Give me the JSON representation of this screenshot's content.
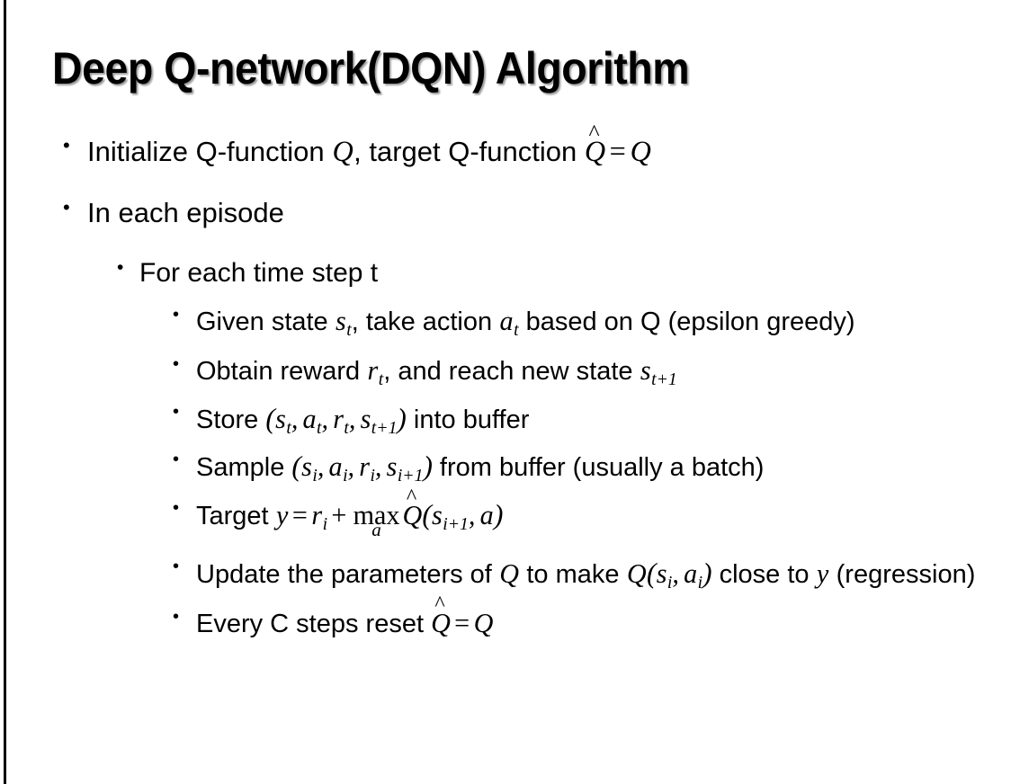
{
  "slide": {
    "title": "Deep Q-network(DQN) Algorithm",
    "background_color": "#ffffff",
    "text_color": "#000000",
    "left_border_color": "#000000",
    "bullet_glyph": "•"
  },
  "content": {
    "bullet1": {
      "text_before": "Initialize Q-function ",
      "var_q1": "Q",
      "text_middle": ", target Q-function ",
      "hat_accent": "^",
      "var_qhat": "Q",
      "equals": "=",
      "var_q2": "Q"
    },
    "bullet2": {
      "label": "In each episode"
    },
    "bullet3": {
      "label": "For each time step t"
    },
    "steps": {
      "given": {
        "text_before": "Given state ",
        "var_s": "s",
        "sub_s": "t",
        "text_middle": ", take action ",
        "var_a": "a",
        "sub_a": "t",
        "text_after": " based on Q (epsilon greedy)"
      },
      "obtain": {
        "text_before": "Obtain reward ",
        "var_r": "r",
        "sub_r": "t",
        "text_middle": ", and reach new state ",
        "var_s": "s",
        "sub_s": "t+1"
      },
      "store": {
        "text_before": "Store ",
        "paren_open": "(",
        "var_s1": "s",
        "sub_s1": "t",
        "comma1": ",",
        "var_a": "a",
        "sub_a": "t",
        "comma2": ",",
        "var_r": "r",
        "sub_r": "t",
        "comma3": ",",
        "var_s2": "s",
        "sub_s2": "t+1",
        "paren_close": ")",
        "text_after": " into buffer"
      },
      "sample": {
        "text_before": "Sample ",
        "paren_open": "(",
        "var_s1": "s",
        "sub_s1": "i",
        "comma1": ",",
        "var_a": "a",
        "sub_a": "i",
        "comma2": ",",
        "var_r": "r",
        "sub_r": "i",
        "comma3": ",",
        "var_s2": "s",
        "sub_s2": "i+1",
        "paren_close": ")",
        "text_after": " from buffer (usually a batch)"
      },
      "target": {
        "text_before": "Target ",
        "var_y": "y",
        "equals": "=",
        "var_r": "r",
        "sub_r": "i",
        "plus": "+",
        "op_max": "max",
        "op_max_sub": "a",
        "hat_accent": "^",
        "var_qhat": "Q",
        "paren_open": "(",
        "var_s": "s",
        "sub_s": "i+1",
        "comma": ",",
        "var_a": "a",
        "paren_close": ")"
      },
      "update": {
        "text_before": "Update the parameters of ",
        "var_q1": "Q",
        "text_middle": " to make ",
        "var_q2": "Q",
        "paren_open": "(",
        "var_s": "s",
        "sub_s": "i",
        "comma": ",",
        "var_a": "a",
        "sub_a": "i",
        "paren_close": ")",
        "text_after": " close to ",
        "var_y": "y",
        "text_end": " (regression)"
      },
      "reset": {
        "text_before": "Every C steps reset ",
        "hat_accent": "^",
        "var_qhat": "Q",
        "equals": "=",
        "var_q": "Q"
      }
    }
  }
}
